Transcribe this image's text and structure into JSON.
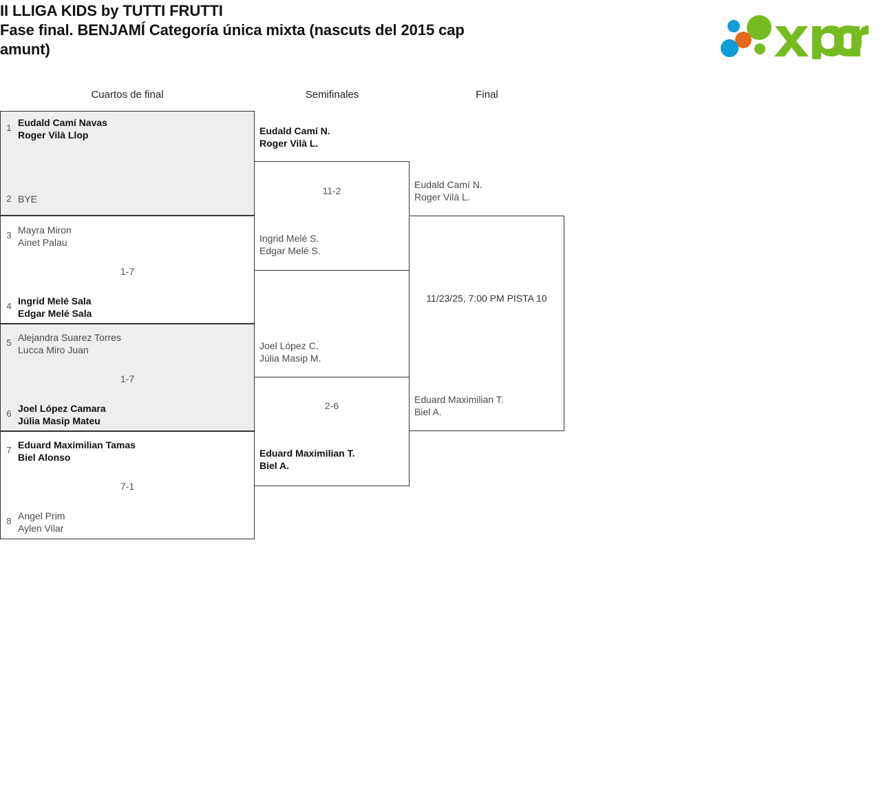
{
  "header": {
    "title_line1": "II LLIGA KIDS by TUTTI FRUTTI",
    "title_line2": "Fase final. BENJAMÍ Categoría única mixta (nascuts del 2015 cap",
    "title_line3": "amunt)",
    "logo_text": "xporty",
    "logo_colors": {
      "green": "#76bc21",
      "blue": "#0d9ddb",
      "orange": "#e8691a"
    }
  },
  "rounds": [
    {
      "key": "quarterfinals",
      "label": "Cuartos de final"
    },
    {
      "key": "semifinals",
      "label": "Semifinales"
    },
    {
      "key": "final",
      "label": "Final"
    }
  ],
  "quarterfinals": [
    {
      "score": "",
      "shaded": true,
      "top": {
        "seed": "1",
        "line1": "Eudald Camí Navas",
        "line2": "Roger Vilà Llop",
        "winner": true
      },
      "bottom": {
        "seed": "2",
        "line1": "BYE",
        "line2": "",
        "winner": false
      }
    },
    {
      "score": "1-7",
      "shaded": false,
      "top": {
        "seed": "3",
        "line1": "Mayra Miron",
        "line2": "Ainet Palau",
        "winner": false
      },
      "bottom": {
        "seed": "4",
        "line1": "Ingrid Melé Sala",
        "line2": "Edgar Melé Sala",
        "winner": true
      }
    },
    {
      "score": "1-7",
      "shaded": true,
      "top": {
        "seed": "5",
        "line1": "Alejandra Suarez Torres",
        "line2": "Lucca Miro Juan",
        "winner": false
      },
      "bottom": {
        "seed": "6",
        "line1": "Joel López Camara",
        "line2": "Júlia Masip Mateu",
        "winner": true
      }
    },
    {
      "score": "7-1",
      "shaded": false,
      "top": {
        "seed": "7",
        "line1": "Eduard Maximilian Tamas",
        "line2": "Biel Alonso",
        "winner": true
      },
      "bottom": {
        "seed": "8",
        "line1": "Angel Prim",
        "line2": "Aylen Vilar",
        "winner": false
      }
    }
  ],
  "semifinals": [
    {
      "score": "11-2",
      "top": {
        "line1": "Eudald Camí N.",
        "line2": "Roger Vilà L.",
        "winner": true
      },
      "bottom": {
        "line1": "Ingrid Melé S.",
        "line2": "Edgar Melé S.",
        "winner": false
      }
    },
    {
      "score": "2-6",
      "top": {
        "line1": "Joel López C.",
        "line2": "Júlia Masip M.",
        "winner": false
      },
      "bottom": {
        "line1": "Eduard Maximilian T.",
        "line2": "Biel A.",
        "winner": true
      }
    }
  ],
  "final": {
    "schedule": "11/23/25, 7:00 PM PISTA 10",
    "top": {
      "line1": "Eudald Camí N.",
      "line2": "Roger Vilà L.",
      "winner": false
    },
    "bottom": {
      "line1": "Eduard Maximilian T.",
      "line2": "Biel A.",
      "winner": false
    }
  }
}
